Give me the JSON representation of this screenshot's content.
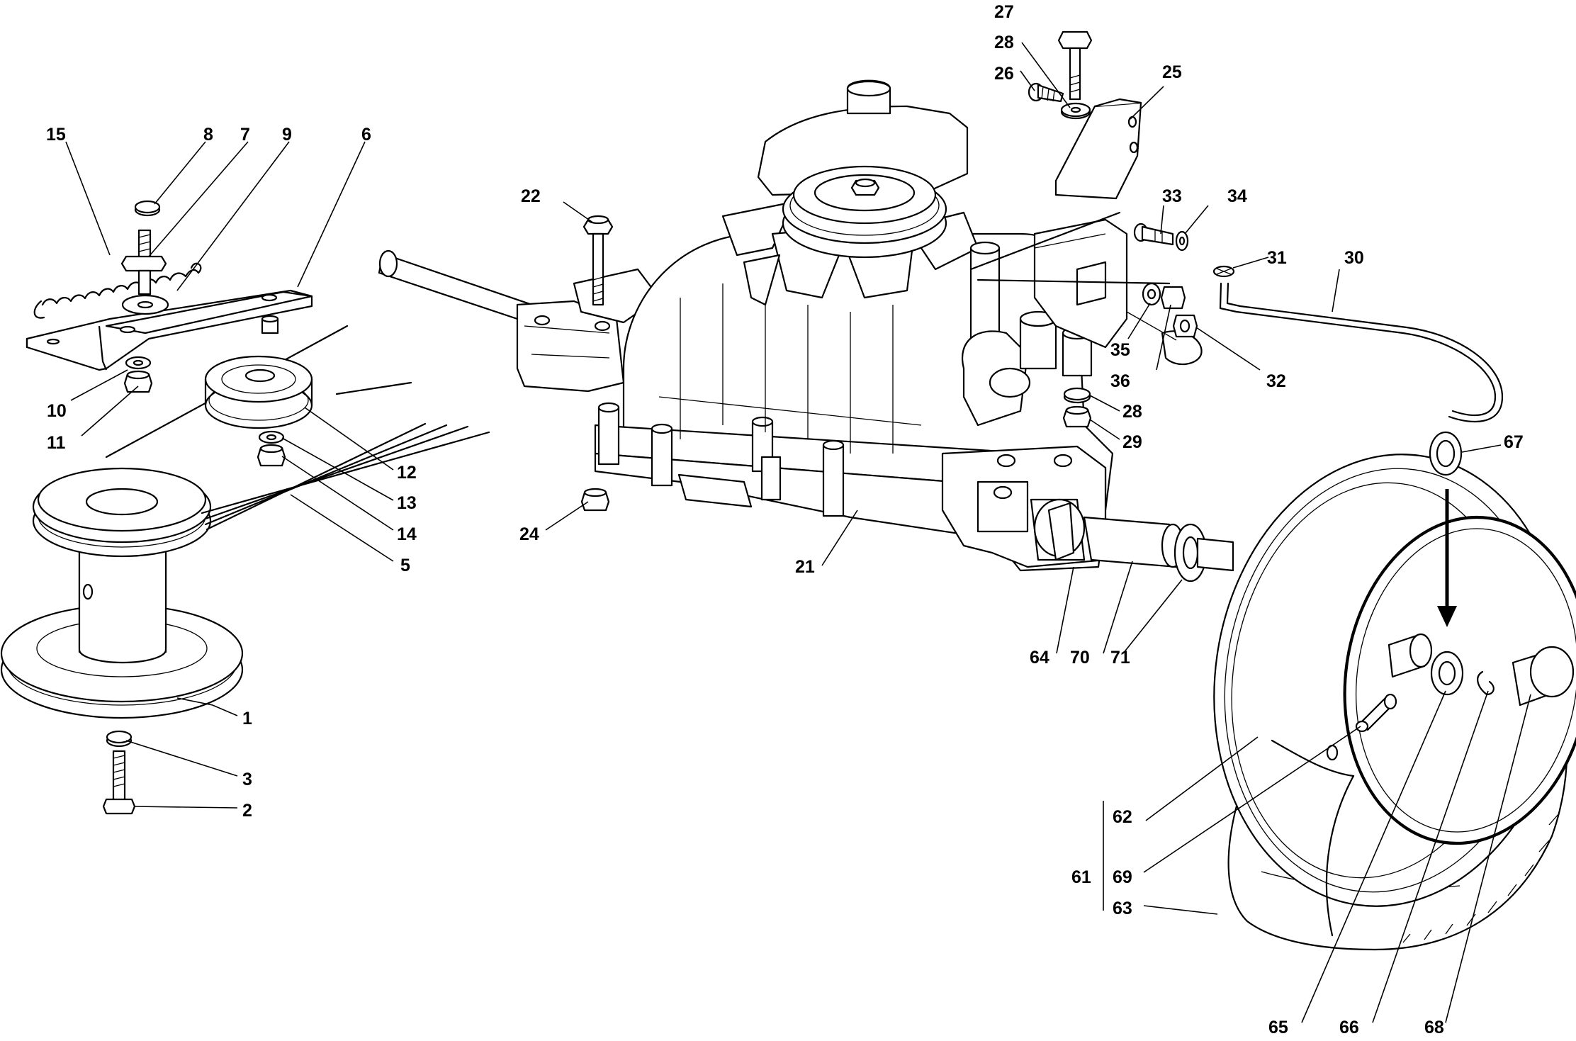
{
  "diagram": {
    "labels": {
      "p1": "1",
      "p2": "2",
      "p3": "3",
      "p5": "5",
      "p6": "6",
      "p7": "7",
      "p8": "8",
      "p9": "9",
      "p10": "10",
      "p11": "11",
      "p12": "12",
      "p13": "13",
      "p14": "14",
      "p15": "15",
      "p21": "21",
      "p22": "22",
      "p24": "24",
      "p25": "25",
      "p26": "26",
      "p27": "27",
      "p28a": "28",
      "p28b": "28",
      "p29": "29",
      "p30": "30",
      "p31": "31",
      "p32": "32",
      "p33": "33",
      "p34": "34",
      "p35": "35",
      "p36": "36",
      "p61": "61",
      "p62": "62",
      "p63": "63",
      "p64": "64",
      "p65": "65",
      "p66": "66",
      "p67": "67",
      "p68": "68",
      "p69": "69",
      "p70": "70",
      "p71": "71"
    }
  }
}
